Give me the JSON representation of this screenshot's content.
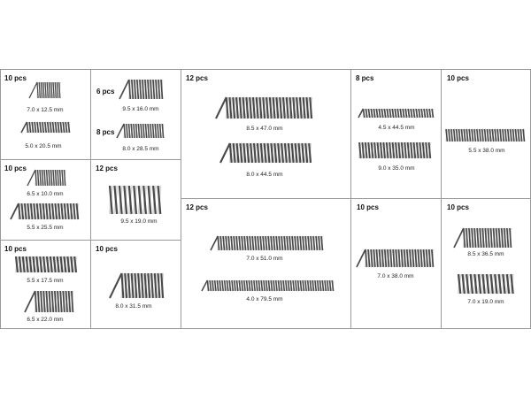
{
  "colors": {
    "border": "#999999",
    "coil_dark": "#4a4a4a",
    "coil_light": "#d8d8d8"
  },
  "cells": [
    {
      "qty": "10 pcs",
      "items": [
        {
          "size": "7.0 x 12.5 mm"
        },
        {
          "size": "5.0 x 20.5 mm"
        }
      ]
    },
    {
      "items": [
        {
          "qty": "6 pcs",
          "size": "9.5 x 16.0 mm"
        },
        {
          "qty": "8 pcs",
          "size": "8.0 x 28.5 mm"
        }
      ]
    },
    {
      "qty": "12 pcs",
      "items": [
        {
          "size": "8.5 x 47.0 mm"
        },
        {
          "size": "8.0 x 44.5 mm"
        }
      ]
    },
    {
      "qty": "8 pcs",
      "items": [
        {
          "size": "4.5 x 44.5 mm"
        },
        {
          "size": "9.0 x 35.0 mm"
        }
      ]
    },
    {
      "qty": "10 pcs",
      "items": [
        {
          "size": "5.5 x 38.0 mm"
        }
      ]
    },
    {
      "qty": "10 pcs",
      "items": [
        {
          "size": "6.5 x 10.0 mm"
        },
        {
          "size": "5.5 x 25.5 mm"
        }
      ]
    },
    {
      "qty": "12 pcs",
      "items": [
        {
          "size": "9.5 x 19.0 mm"
        }
      ]
    },
    {
      "qty": "12 pcs",
      "items": [
        {
          "size": "7.0 x 51.0 mm"
        },
        {
          "size": "4.0 x 79.5 mm"
        }
      ]
    },
    {
      "qty": "10 pcs",
      "items": [
        {
          "size": "7.0 x 38.0 mm"
        }
      ]
    },
    {
      "qty": "10 pcs",
      "items": [
        {
          "size": "8.5 x 36.5 mm"
        },
        {
          "size": "7.0 x 19.0 mm"
        }
      ]
    },
    {
      "qty": "10 pcs",
      "items": [
        {
          "size": "5.5 x 17.5 mm"
        },
        {
          "size": "6.5 x 22.0 mm"
        }
      ]
    },
    {
      "qty": "10 pcs",
      "items": [
        {
          "size": "8.0 x 31.5 mm"
        }
      ]
    }
  ]
}
